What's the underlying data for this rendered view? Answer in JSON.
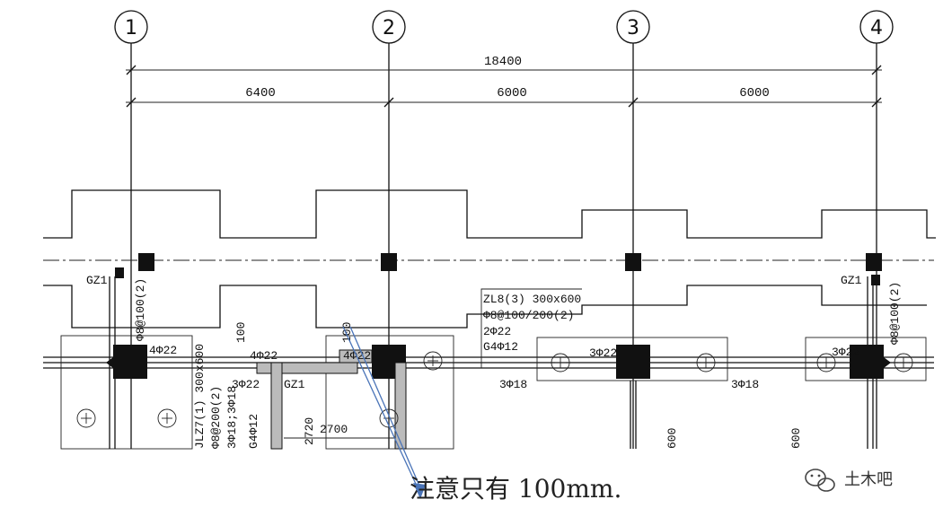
{
  "axes": [
    "1",
    "2",
    "3",
    "4"
  ],
  "dimensions": {
    "total": "18400",
    "spans": [
      "6400",
      "6000",
      "6000"
    ]
  },
  "labels": {
    "gz1_left": "GZ1",
    "gz1_right": "GZ1",
    "gz1_mid": "GZ1",
    "zl8_line1": "ZL8(3) 300x600",
    "zl8_line2": "Φ8@100/200(2)",
    "zl8_line3": "2Φ22",
    "zl8_line4": "G4Φ12",
    "left_beam_note": "Φ8@100(2)",
    "right_beam_note": "Φ8@100(2)",
    "rebar_4_22_a": "4Φ22",
    "rebar_4_22_b": "4Φ22",
    "rebar_4_22_c": "4Φ22",
    "rebar_3_22_a": "3Φ22",
    "rebar_3_22_b": "3Φ22",
    "rebar_3_22_c": "3Φ22",
    "rebar_3_18_a": "3Φ18",
    "rebar_3_18_b": "3Φ18",
    "jlz_line1": "JLZ7(1) 300x600",
    "jlz_line2": "Φ8@200(2)",
    "jlz_line3": "3Φ18;3Φ18",
    "jlz_line4": "G4Φ12",
    "dim_100_a": "100",
    "dim_100_b": "100",
    "dim_2720": "2720",
    "dim_2700": "2700",
    "dim_600_a": "600",
    "dim_600_b": "600"
  },
  "annotation": {
    "note": "注意只有 100mm."
  },
  "watermark": {
    "text": "土木吧",
    "icon": "wechat-icon"
  }
}
